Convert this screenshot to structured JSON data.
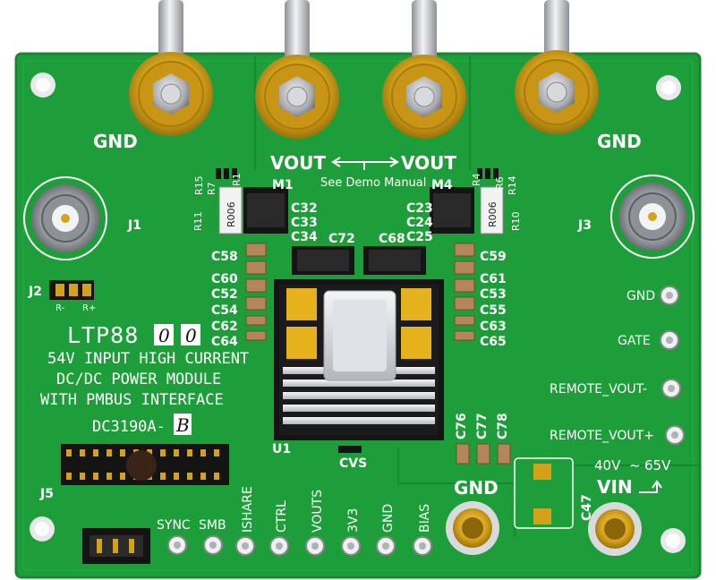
{
  "board": {
    "colors": {
      "pcb": "#1e9e3a",
      "pcb_edge": "#17882f",
      "silkscreen": "#ffffff",
      "gold": "#d4a21a",
      "metal": "#c9ccd0",
      "black": "#141414"
    },
    "part_number": "LTP88",
    "title_lines": [
      "54V INPUT HIGH CURRENT",
      "DC/DC POWER MODULE",
      "WITH PMBUS INTERFACE"
    ],
    "demo_board": "DC3190A-",
    "handwritten_revision": "B",
    "handwritten_digits": [
      "0",
      "0"
    ]
  },
  "labels": {
    "gnd_left": "GND",
    "gnd_right": "GND",
    "vout_left": "VOUT",
    "vout_right": "VOUT",
    "see_manual": "See Demo Manual",
    "gnd_bottom": "GND",
    "vin": "VIN",
    "vin_min": "40V",
    "vin_tilde": "~",
    "vin_max": "65V"
  },
  "test_points_right": [
    "GND",
    "GATE",
    "REMOTE_VOUT-",
    "REMOTE_VOUT+"
  ],
  "test_points_bottom": [
    "SYNC",
    "SMB",
    "ISHARE",
    "CTRL",
    "VOUTS",
    "3V3",
    "GND",
    "BIAS"
  ],
  "refdes": {
    "J1": "J1",
    "J2": "J2",
    "J3": "J3",
    "J5": "J5",
    "U1": "U1",
    "M1": "M1",
    "M4": "M4",
    "CVS": "CVS",
    "C47": "C47",
    "R_minus": "R-",
    "R_plus": "R+",
    "left_top": [
      "R15",
      "R7",
      "R1"
    ],
    "right_top": [
      "R4",
      "R6",
      "R14"
    ],
    "r11": "R11",
    "r10": "R10",
    "r006": "R006",
    "caps_mid_left": [
      "C32",
      "C33",
      "C34"
    ],
    "caps_mid_right": [
      "C23",
      "C24",
      "C25"
    ],
    "c72": "C72",
    "c68": "C68",
    "caps_left": [
      "C58",
      "C60",
      "C52",
      "C54",
      "C62",
      "C64"
    ],
    "caps_right": [
      "C59",
      "C61",
      "C53",
      "C55",
      "C63",
      "C65"
    ],
    "caps_bottom": [
      "C76",
      "C77",
      "C78"
    ]
  }
}
